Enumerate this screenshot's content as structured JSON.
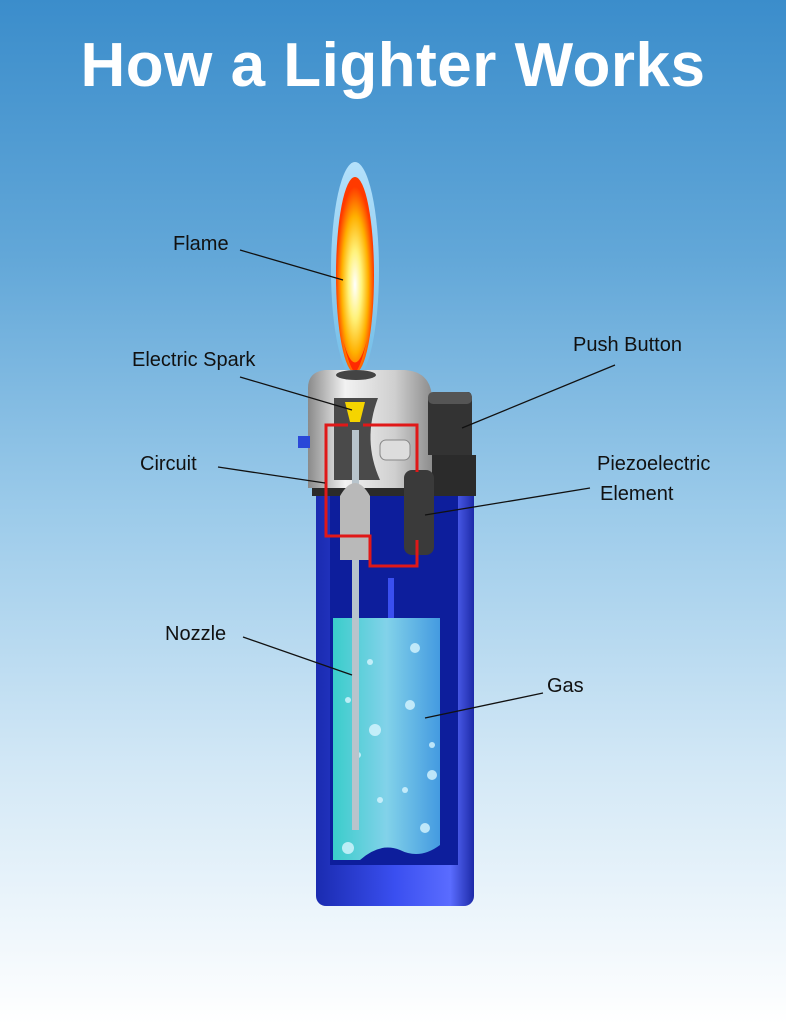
{
  "title": "How a Lighter Works",
  "labels": {
    "flame": "Flame",
    "electric_spark": "Electric Spark",
    "circuit": "Circuit",
    "nozzle": "Nozzle",
    "push_button": "Push Button",
    "piezo_line1": "Piezoelectric",
    "piezo_line2": "Element",
    "gas": "Gas"
  },
  "colors": {
    "body": "#2b3fd9",
    "gas": "#5fd6e6",
    "circuit": "#e01818",
    "cap": "#2a2a2a"
  }
}
